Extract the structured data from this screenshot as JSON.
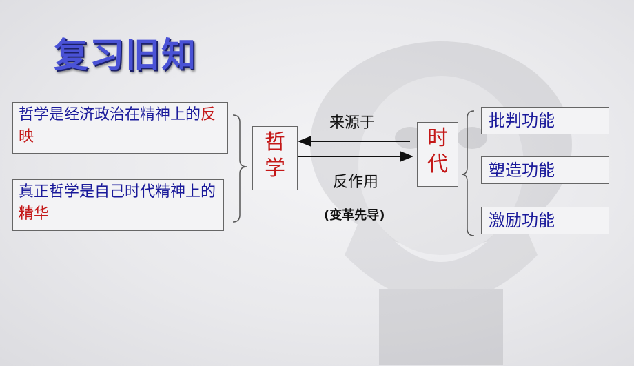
{
  "title": "复习旧知",
  "left_boxes": [
    {
      "text": "哲学是经济政治在精神上的",
      "highlight": "反映"
    },
    {
      "text": "真正哲学是自己时代精神上的",
      "highlight": "精华"
    }
  ],
  "philosophy_label": {
    "line1": "哲",
    "line2": "学"
  },
  "era_label": {
    "line1": "时",
    "line2": "代"
  },
  "arrow_top_label": "来源于",
  "arrow_bottom_label": "反作用",
  "arrow_bottom_note": "(变革先导)",
  "functions": [
    "批判功能",
    "塑造功能",
    "激励功能"
  ],
  "colors": {
    "title": "#4a52d6",
    "body_text": "#1a1a9a",
    "highlight": "#c41818"
  }
}
